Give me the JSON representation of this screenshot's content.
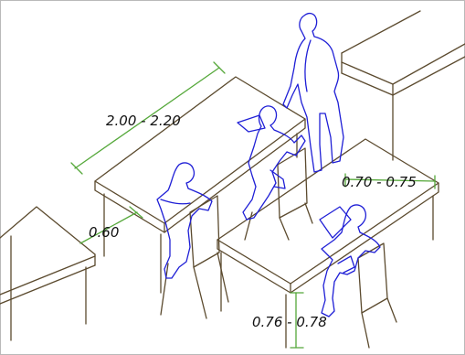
{
  "diagram": {
    "dimensions": {
      "table_length": "2.00 - 2.20",
      "table_depth": "0.60",
      "aisle_width": "0.70 - 0.75",
      "table_height": "0.76 - 0.78"
    }
  },
  "colors": {
    "furniture": "#5b4a2e",
    "figures": "#1f1fd6",
    "dimension_lines": "#55a83a",
    "text": "#111111"
  }
}
